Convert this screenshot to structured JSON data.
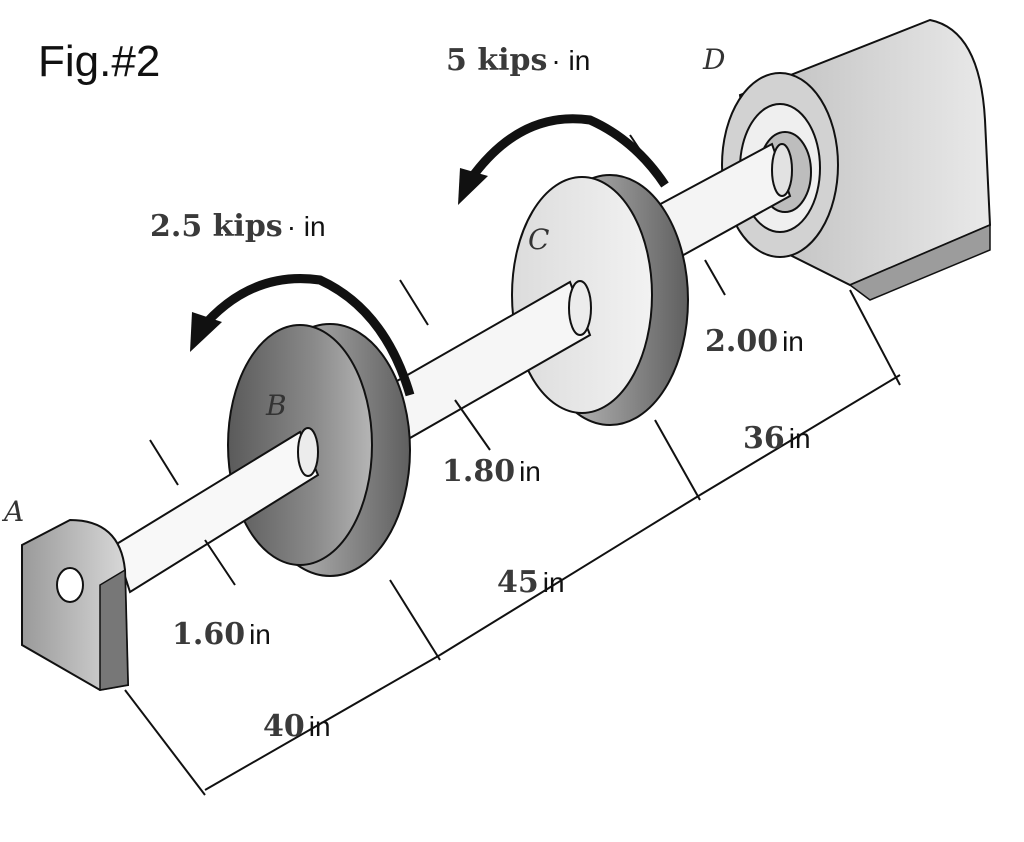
{
  "figure": {
    "label": "Fig.#2"
  },
  "torques": {
    "at_c": {
      "value": "5 kips",
      "unit": "· in"
    },
    "at_b": {
      "value": "2.5 kips",
      "unit": "· in"
    }
  },
  "points": {
    "a": "A",
    "b": "B",
    "c": "C",
    "d": "D"
  },
  "diameters": {
    "ab": {
      "value": "1.60",
      "unit": "in"
    },
    "bc": {
      "value": "1.80",
      "unit": "in"
    },
    "cd": {
      "value": "2.00",
      "unit": "in"
    }
  },
  "lengths": {
    "ab": {
      "value": "40",
      "unit": "in"
    },
    "bc": {
      "value": "45",
      "unit": "in"
    },
    "cd": {
      "value": "36",
      "unit": "in"
    }
  },
  "colors": {
    "ink": "#111111",
    "shade_dark": "#6e6e6e",
    "shade_light": "#d8d8d8"
  }
}
